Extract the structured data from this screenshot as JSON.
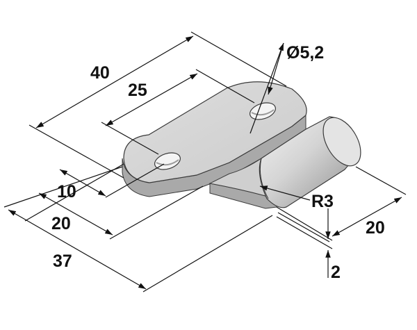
{
  "drawing": {
    "part_colors": {
      "face": "#d6d6d6",
      "side": "#a9a9a9",
      "edge": "#3a3a3a",
      "hole": "#f4f4f4",
      "cylinder_light": "#f2f2f2",
      "cylinder_dark": "#8e8e8e"
    },
    "line_color": "#111111",
    "dimensions": {
      "overall_length": "40",
      "hole_spacing": "25",
      "hole_diameter": "Ø5,2",
      "offset_small": "10",
      "offset_mid": "20",
      "overall_width": "37",
      "fillet_radius": "R3",
      "tab_width": "20",
      "thickness": "2"
    }
  }
}
